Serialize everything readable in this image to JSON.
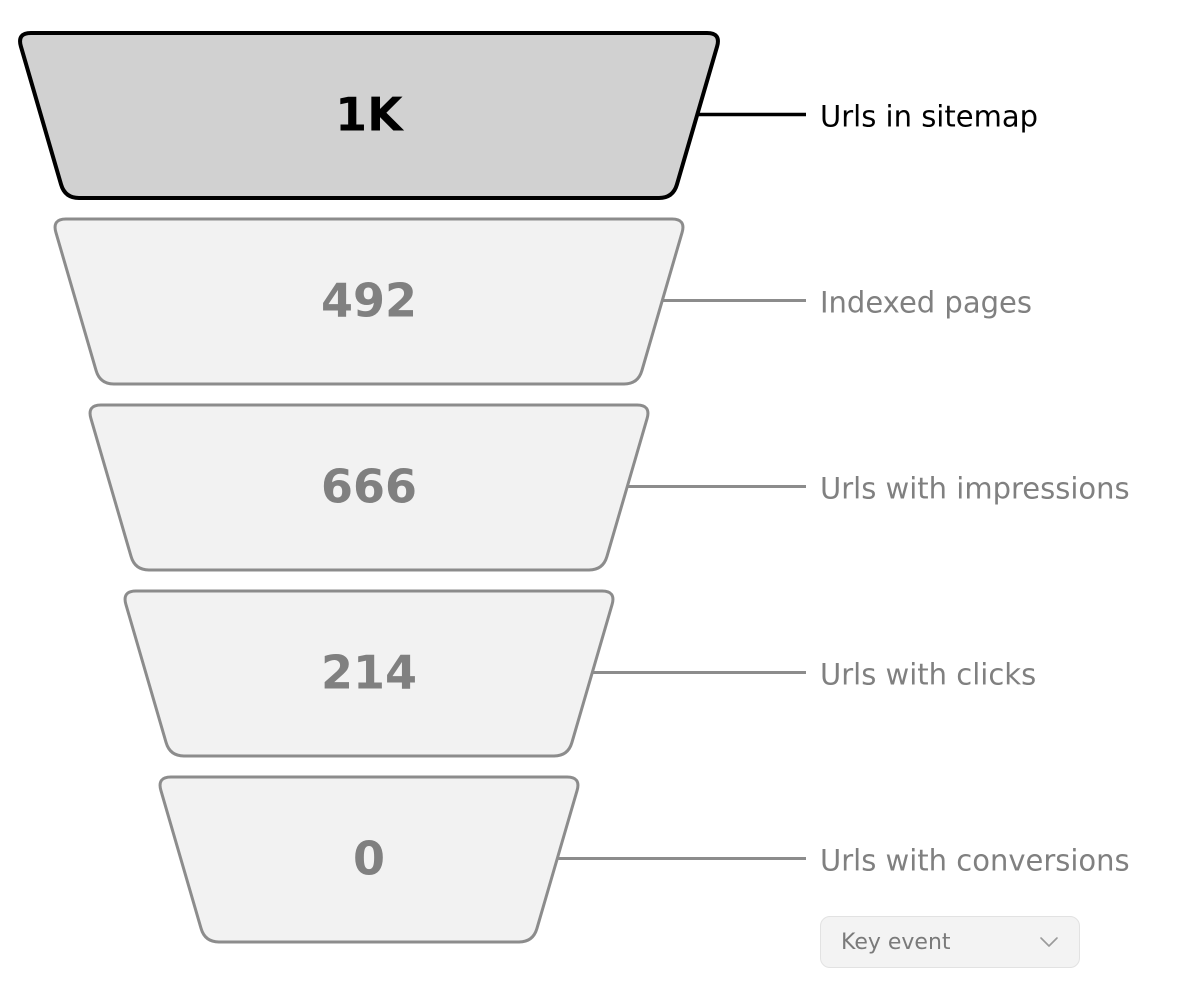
{
  "chart_data": {
    "type": "funnel",
    "stages": [
      {
        "label": "Urls in sitemap",
        "value": "1K",
        "active": true
      },
      {
        "label": "Indexed pages",
        "value": "492",
        "active": false
      },
      {
        "label": "Urls with impressions",
        "value": "666",
        "active": false
      },
      {
        "label": "Urls with clicks",
        "value": "214",
        "active": false
      },
      {
        "label": "Urls with conversions",
        "value": "0",
        "active": false
      }
    ]
  },
  "conversion_filter": {
    "selected": "Key event",
    "icon": "chevron-down-icon"
  },
  "colors": {
    "active_fill": "#d1d1d1",
    "active_stroke": "#000000",
    "active_text": "#000000",
    "inactive_fill": "#f2f2f2",
    "inactive_stroke": "#8c8c8c",
    "inactive_text": "#808080"
  }
}
